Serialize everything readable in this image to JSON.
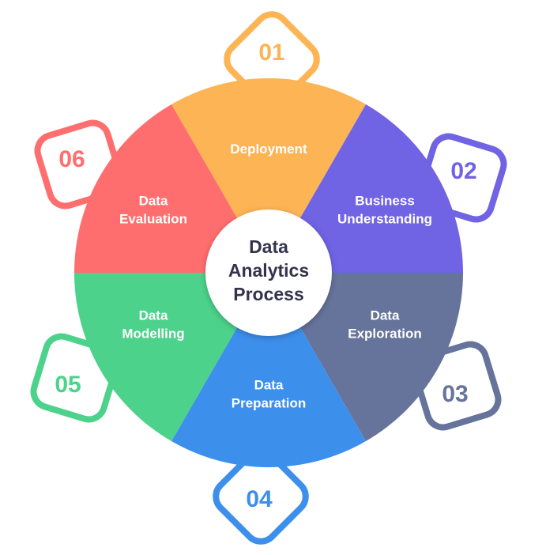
{
  "center_title": [
    "Data",
    "Analytics",
    "Process"
  ],
  "steps": [
    {
      "number": "01",
      "label": [
        "Deployment"
      ],
      "color": "#FDB455"
    },
    {
      "number": "02",
      "label": [
        "Business",
        "Understanding"
      ],
      "color": "#7063E4"
    },
    {
      "number": "03",
      "label": [
        "Data",
        "Exploration"
      ],
      "color": "#66739B"
    },
    {
      "number": "04",
      "label": [
        "Data",
        "Preparation"
      ],
      "color": "#3D8FEC"
    },
    {
      "number": "05",
      "label": [
        "Data",
        "Modelling"
      ],
      "color": "#4DD28B"
    },
    {
      "number": "06",
      "label": [
        "Data",
        "Evaluation"
      ],
      "color": "#FF6E6E"
    }
  ]
}
